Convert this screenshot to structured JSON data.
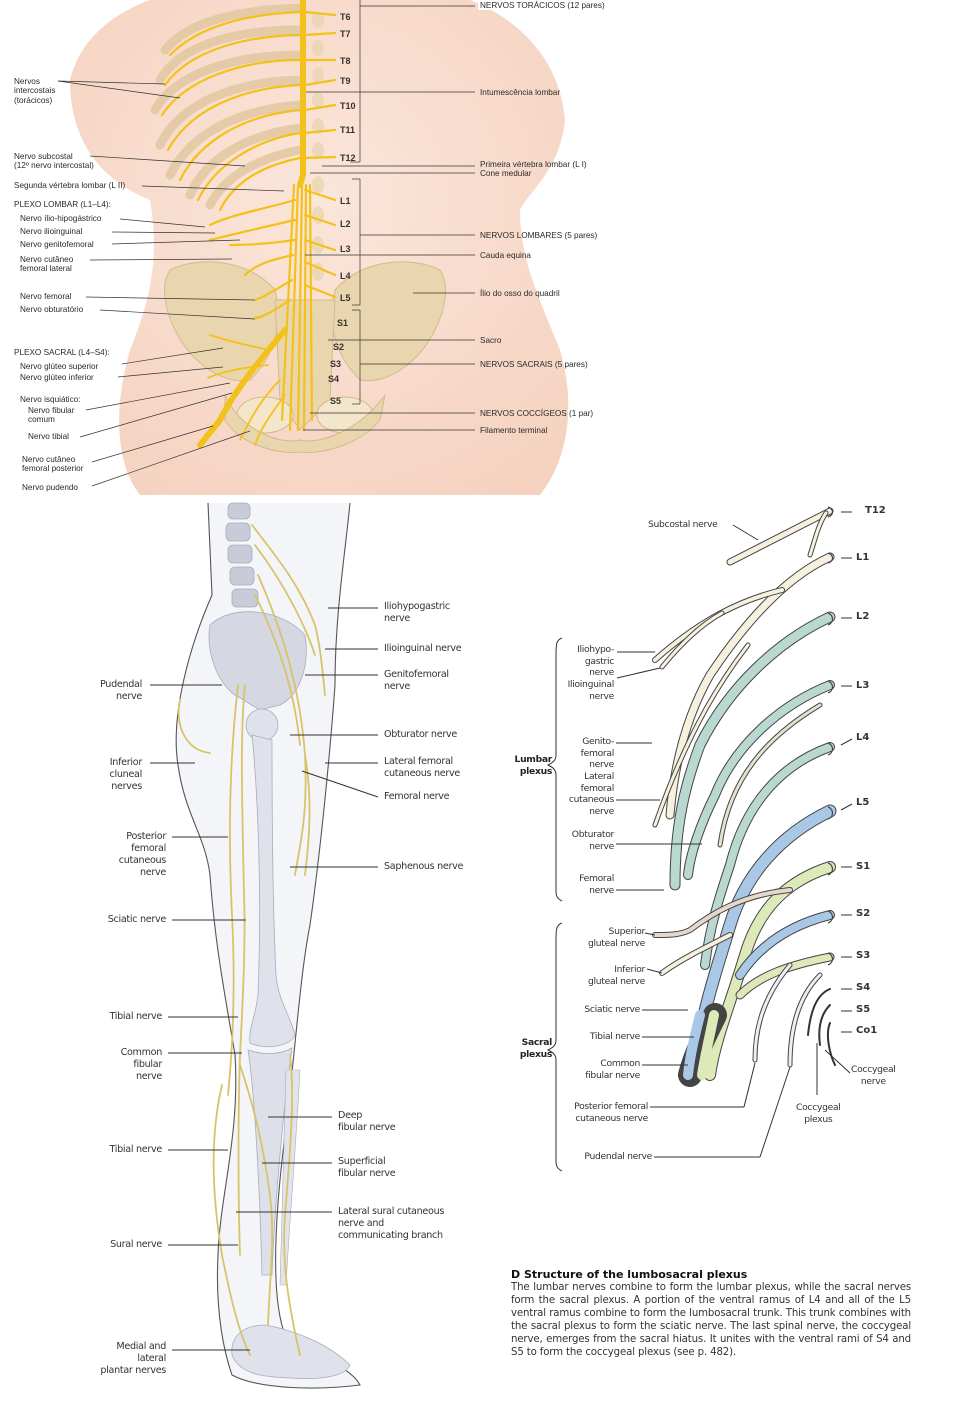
{
  "top_figure": {
    "left_labels": {
      "intercostal": "Nervos\nintercostais\n(torácicos)",
      "subcostal": "Nervo subcostal\n(12º nervo intercostal)",
      "second_lumbar_vertebra": "Segunda vértebra lombar (L II)",
      "lumbar_plexus_heading": "PLEXO LOMBAR (L1–L4):",
      "iliohypogastric": "Nervo ílio-hipogástrico",
      "ilioinguinal": "Nervo ilioinguinal",
      "genitofemoral": "Nervo genitofemoral",
      "lateral_femoral_cutaneous": "Nervo cutâneo\nfemoral lateral",
      "femoral": "Nervo femoral",
      "obturator": "Nervo obturatório",
      "sacral_plexus_heading": "PLEXO SACRAL (L4–S4):",
      "superior_gluteal": "Nervo glúteo superior",
      "inferior_gluteal": "Nervo glúteo inferior",
      "sciatic": "Nervo isquiático:",
      "common_fibular": "Nervo fibular\ncomum",
      "tibial": "Nervo tibial",
      "posterior_femoral_cutaneous": "Nervo cutâneo\nfemoral posterior",
      "pudendal": "Nervo pudendo"
    },
    "right_labels": {
      "thoracic_nerves": "NERVOS TORÁCICOS (12 pares)",
      "lumbar_enlargement": "Intumescência lombar",
      "first_lumbar_vertebra": "Primeira vértebra lombar (L I)",
      "conus_medullaris": "Cone medular",
      "lumbar_nerves": "NERVOS LOMBARES (5 pares)",
      "cauda_equina": "Cauda equina",
      "ilium": "Ílio do osso do quadril",
      "sacrum": "Sacro",
      "sacral_nerves": "NERVOS SACRAIS (5 pares)",
      "coccygeal_nerves": "NERVOS COCCÍGEOS (1 par)",
      "filum_terminale": "Filamento terminal"
    },
    "segments": [
      "T6",
      "T7",
      "T8",
      "T9",
      "T10",
      "T11",
      "T12",
      "L1",
      "L2",
      "L3",
      "L4",
      "L5",
      "S1",
      "S2",
      "S3",
      "S4",
      "S5"
    ]
  },
  "leg_figure": {
    "left_labels": {
      "pudendal": "Pudendal\nnerve",
      "inferior_cluneal": "Inferior\ncluneal\nnerves",
      "posterior_femoral_cutaneous": "Posterior\nfemoral\ncutaneous\nnerve",
      "sciatic": "Sciatic nerve",
      "tibial_upper": "Tibial nerve",
      "common_fibular": "Common\nfibular\nnerve",
      "tibial_lower": "Tibial nerve",
      "sural": "Sural nerve",
      "plantar": "Medial and\nlateral\nplantar nerves"
    },
    "right_labels": {
      "iliohypogastric": "Iliohypogastric\nnerve",
      "ilioinguinal": "Ilioinguinal nerve",
      "genitofemoral": "Genitofemoral\nnerve",
      "obturator": "Obturator nerve",
      "lateral_femoral_cutaneous": "Lateral femoral\ncutaneous nerve",
      "femoral": "Femoral nerve",
      "saphenous": "Saphenous nerve",
      "deep_fibular": "Deep\nfibular nerve",
      "superficial_fibular": "Superficial\nfibular nerve",
      "lateral_sural": "Lateral sural cutaneous\nnerve and\ncommunicating branch"
    }
  },
  "plexus_figure": {
    "levels": [
      "T12",
      "L1",
      "L2",
      "L3",
      "L4",
      "L5",
      "S1",
      "S2",
      "S3",
      "S4",
      "S5",
      "Co1"
    ],
    "subcostal": "Subcostal nerve",
    "lumbar_group": "Lumbar\nplexus",
    "sacral_group": "Sacral\nplexus",
    "lumbar_labels": {
      "iliohypogastric": "Iliohypo-\ngastric\nnerve",
      "ilioinguinal": "Ilioinguinal\nnerve",
      "genitofemoral": "Genito-\nfemoral\nnerve",
      "lateral_femoral_cutaneous": "Lateral\nfemoral\ncutaneous\nnerve",
      "obturator": "Obturator\nnerve",
      "femoral": "Femoral\nnerve"
    },
    "sacral_labels": {
      "superior_gluteal": "Superior\ngluteal nerve",
      "inferior_gluteal": "Inferior\ngluteal nerve",
      "sciatic": "Sciatic nerve",
      "tibial": "Tibial nerve",
      "common_fibular": "Common\nfibular nerve",
      "posterior_femoral_cutaneous": "Posterior femoral\ncutaneous nerve",
      "pudendal": "Pudendal nerve"
    },
    "coccygeal_nerve": "Coccygeal\nnerve",
    "coccygeal_plexus": "Coccygeal\nplexus",
    "colors": {
      "lumbar_cream": "#f6f1de",
      "femoral_teal": "#b9d8d0",
      "sciatic_blue": "#a9c8e6",
      "tibial_green": "#dde9b8",
      "gluteal_pink": "#e8d8cc"
    }
  },
  "caption": {
    "title": "D  Structure of the lumbosacral plexus",
    "body": "The lumbar nerves combine to form the lumbar plexus, while the sacral nerves form the sacral plexus. A portion of the ventral ramus of L4 and all of the L5 ventral ramus combine to form the lumbosacral trunk. This trunk combines with the sacral plexus to form the sciatic nerve. The last spinal nerve, the coccygeal nerve, emerges from the sacral hiatus. It unites with the ventral rami of S4 and S5 to form the coccygeal plexus (see p. 482)."
  },
  "colors": {
    "nerve_yellow": "#f2c21a",
    "skin": "#f8dccd",
    "bone": "#e8d3a8",
    "leg_bone": "#d9dde8",
    "leg_nerve": "#d9c36a"
  }
}
